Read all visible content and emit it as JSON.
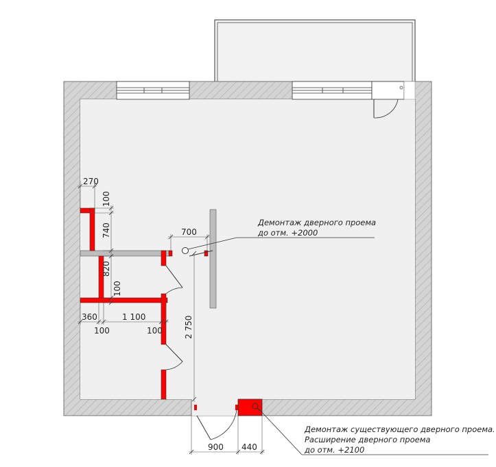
{
  "colors": {
    "wall": "#cfcfcf",
    "hatch": "#9e9e9e",
    "room": "#f0f0f0",
    "new_wall": "#ff0000",
    "line": "#333333"
  },
  "dimensions": {
    "d270": "270",
    "d100_top": "100",
    "d740": "740",
    "d700": "700",
    "d820": "820",
    "d100_mid": "100",
    "d360": "360",
    "d1100": "1 100",
    "d100_left": "100",
    "d100_right": "100",
    "d2750": "2 750",
    "d900": "900",
    "d440": "440"
  },
  "notes": {
    "door_demolish": {
      "line1": "Демонтаж дверного проема",
      "line2": "до отм. +2000"
    },
    "door_widen": {
      "line1": "Демонтаж существующего дверного проема.",
      "line2": "Расширение дверного проема",
      "line3": "до отм. +2100"
    }
  }
}
